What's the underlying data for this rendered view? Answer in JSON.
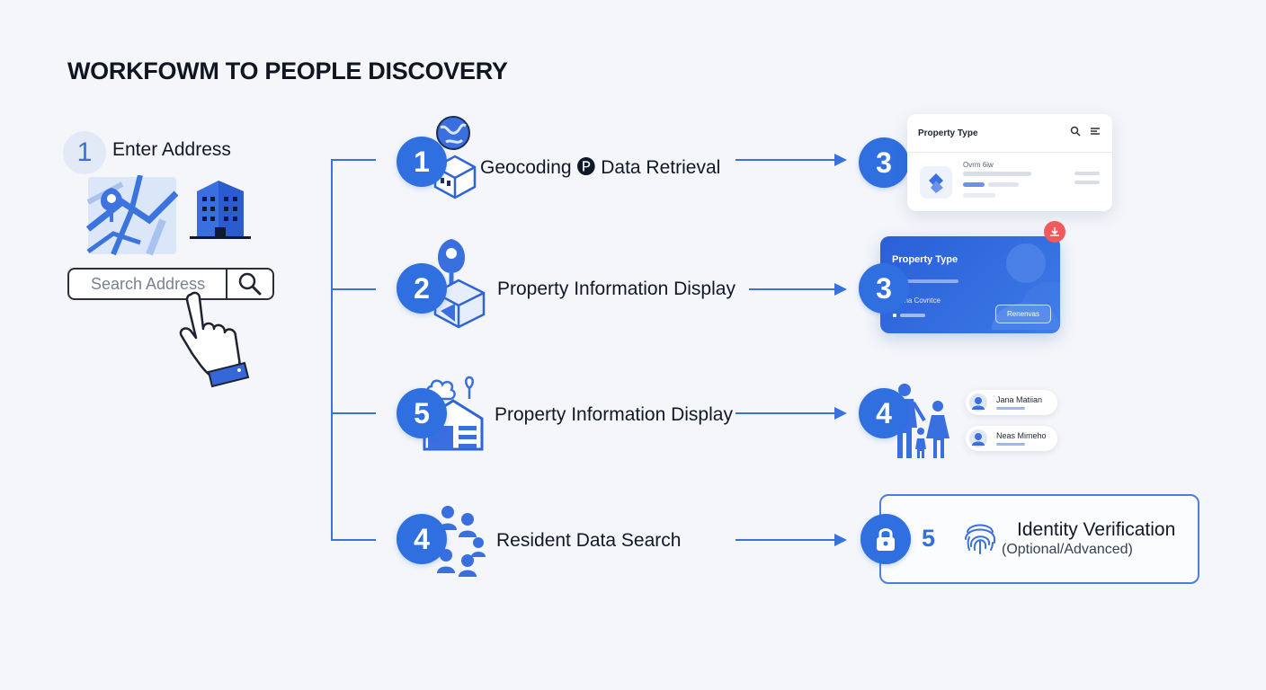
{
  "title": "WORKFOWM TO PEOPLE DISCOVERY",
  "enter": {
    "number": "1",
    "label": "Enter Address"
  },
  "search": {
    "placeholder": "Search Address"
  },
  "steps": [
    {
      "number": "1",
      "label": "Geocoding 🅟 Data Retrieval"
    },
    {
      "number": "2",
      "label": "Property Information Display"
    },
    {
      "number": "5",
      "label": "Property Information Display"
    },
    {
      "number": "4",
      "label": "Resident Data Search"
    }
  ],
  "results": [
    {
      "number": "3"
    },
    {
      "number": "3"
    },
    {
      "number": "4"
    },
    {
      "number": "5"
    }
  ],
  "card1": {
    "header": "Property Type",
    "sub": "Ovrm 6iw"
  },
  "card2": {
    "header": "Property Type",
    "sub": "Ima Covntce",
    "button": "Renenvas"
  },
  "people": [
    {
      "name": "Jana Matiian"
    },
    {
      "name": "Neas Mimeho"
    }
  ],
  "identity": {
    "title": "Identity Verification",
    "subtitle": "(Optional/Advanced)"
  },
  "colors": {
    "accent": "#2f6fe0",
    "line": "#3a72dd",
    "badge": "#f05a5a"
  }
}
